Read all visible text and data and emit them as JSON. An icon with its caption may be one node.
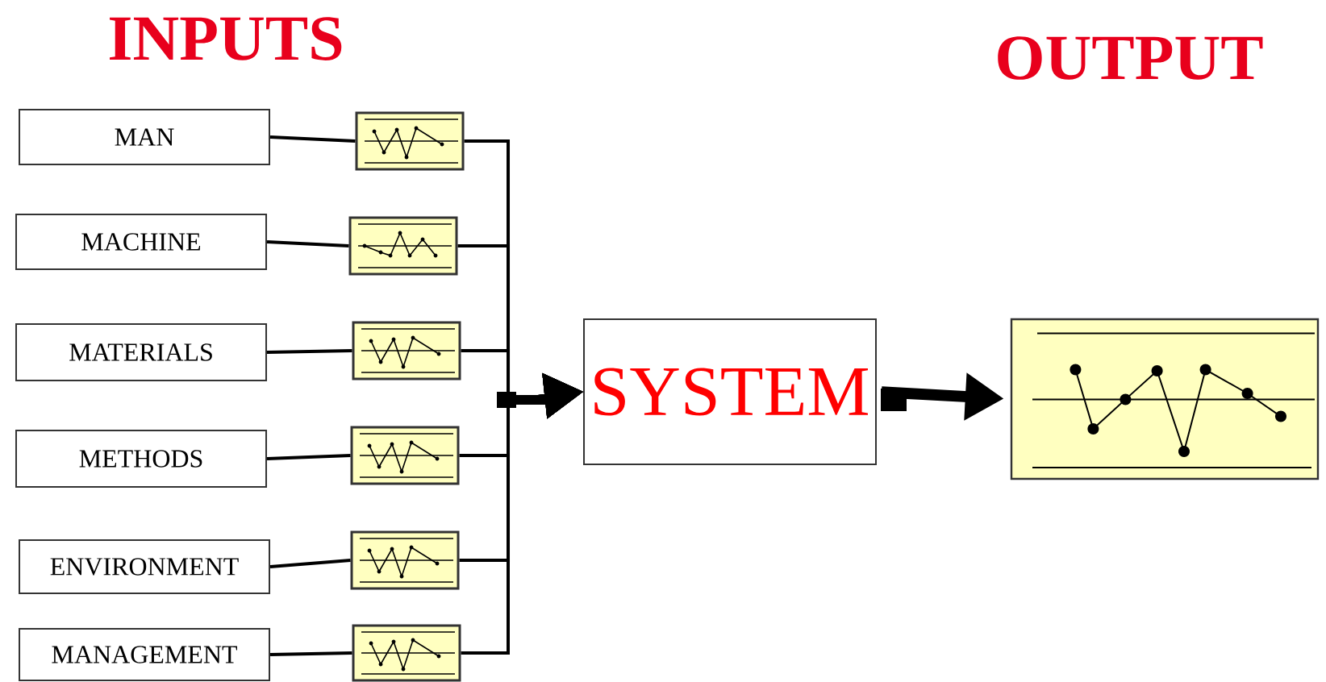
{
  "diagram": {
    "nodes": [
      {
        "text": [
          "MAN"
        ]
      },
      {
        "text": [
          "MACHINE"
        ]
      },
      {
        "text": [
          "MATERIALS"
        ]
      },
      {
        "text": [
          "METHODS"
        ]
      },
      {
        "text": [
          "ENVIRONMENT"
        ]
      },
      {
        "text": [
          "MANAGEMENT"
        ]
      },
      {
        "text": [],
        "shape": "picture"
      },
      {
        "text": [],
        "shape": "picture"
      },
      {
        "text": [],
        "shape": "picture"
      },
      {
        "text": [],
        "shape": "picture"
      },
      {
        "text": [],
        "shape": "picture"
      },
      {
        "text": [],
        "shape": "picture"
      },
      {
        "text": [
          "SYSTEM"
        ]
      },
      {
        "text": [],
        "shape": "picture"
      }
    ],
    "edges": [
      {
        "from": 0,
        "to": 6,
        "arrow": "none"
      },
      {
        "from": 1,
        "to": 7,
        "arrow": "none"
      },
      {
        "from": 2,
        "to": 8,
        "arrow": "none"
      },
      {
        "from": 3,
        "to": 9,
        "arrow": "none"
      },
      {
        "from": 4,
        "to": 10,
        "arrow": "none"
      },
      {
        "from": 5,
        "to": 11,
        "arrow": "none"
      },
      {
        "from": 6,
        "to": 12,
        "arrow": "to"
      },
      {
        "from": 7,
        "to": 12,
        "arrow": "to"
      },
      {
        "from": 8,
        "to": 12,
        "arrow": "to"
      },
      {
        "from": 9,
        "to": 12,
        "arrow": "to"
      },
      {
        "from": 10,
        "to": 12,
        "arrow": "to"
      },
      {
        "from": 11,
        "to": 12,
        "arrow": "to"
      },
      {
        "from": 12,
        "to": 13,
        "arrow": "to",
        "style": "thick"
      }
    ],
    "labels": [
      "INPUTS",
      "OUTPUT"
    ]
  }
}
